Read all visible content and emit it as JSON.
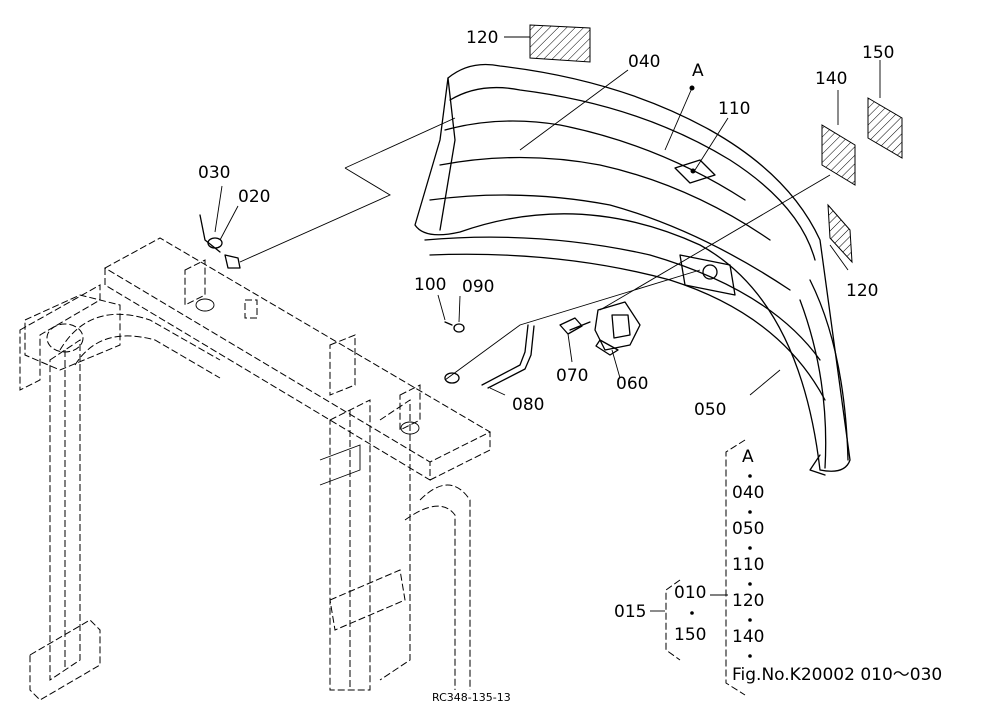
{
  "callouts": {
    "p120_top": "120",
    "p040": "040",
    "pA": "A",
    "p110": "110",
    "p140": "140",
    "p150": "150",
    "p030": "030",
    "p020": "020",
    "p120_right": "120",
    "p100": "100",
    "p090": "090",
    "p070": "070",
    "p060": "060",
    "p080": "080",
    "p050": "050"
  },
  "kit_a": {
    "letter": "A",
    "items": [
      "040",
      "050",
      "110",
      "120",
      "140"
    ]
  },
  "kit_015": {
    "label": "015",
    "items": [
      "010",
      "150"
    ]
  },
  "fig_ref": "Fig.No.K20002 010～030",
  "drawing_id": "RC348-135-13"
}
